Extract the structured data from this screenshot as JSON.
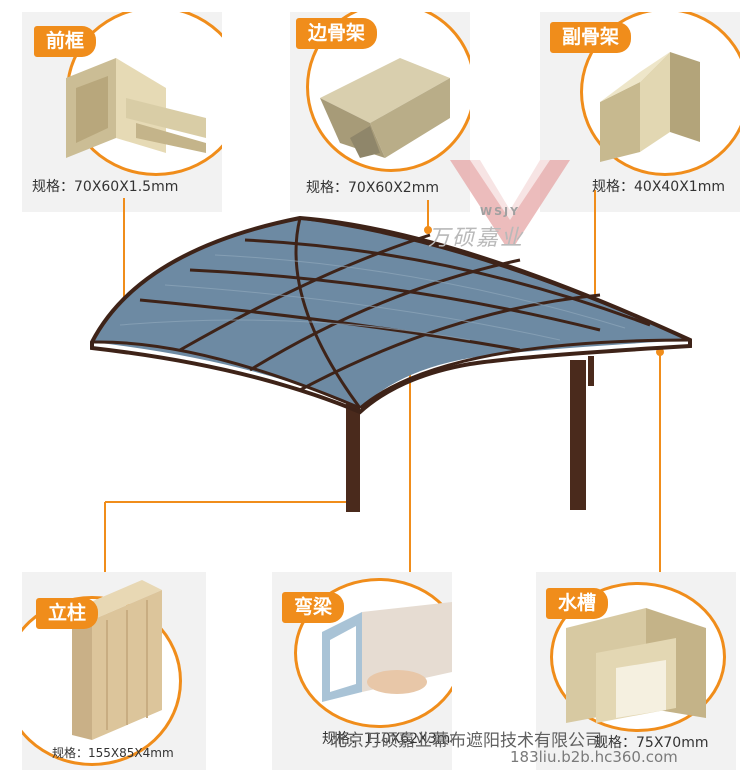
{
  "panels": {
    "front_frame": {
      "label": "前框",
      "spec": "规格：70X60X1.5mm"
    },
    "side_frame": {
      "label": "边骨架",
      "spec": "规格：70X60X2mm"
    },
    "sub_frame": {
      "label": "副骨架",
      "spec": "规格：40X40X1mm"
    },
    "column": {
      "label": "立柱",
      "spec": "规格：155X85X4mm"
    },
    "curved_beam": {
      "label": "弯梁",
      "spec": "规格：110X62X3mm"
    },
    "gutter": {
      "label": "水槽",
      "spec": "规格：75X70mm"
    }
  },
  "logo": {
    "mark": "WSJY",
    "name": "万硕嘉业"
  },
  "watermark": {
    "company": "北京万硕嘉业幕布遮阳技术有限公司",
    "url": "183liu.b2b.hc360.com"
  },
  "colors": {
    "accent": "#f08d1b",
    "frame": "#4a2a1c",
    "glass": "#6d8aa3"
  }
}
